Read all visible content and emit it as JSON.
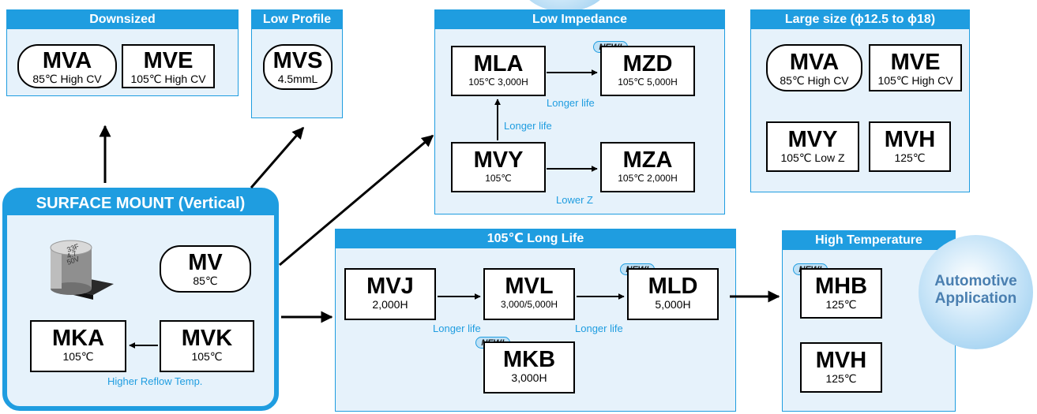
{
  "groups": {
    "downsized": {
      "title": "Downsized"
    },
    "low_profile": {
      "title": "Low Profile"
    },
    "low_impedance": {
      "title": "Low Impedance"
    },
    "large_size": {
      "title": "Large size (ϕ12.5 to ϕ18)"
    },
    "long_life": {
      "title": "105℃ Long Life"
    },
    "high_temp": {
      "title": "High Temperature"
    }
  },
  "surface_mount": {
    "title": "SURFACE MOUNT (Vertical)"
  },
  "capacitor_marking": {
    "line1": "33F",
    "line2": "4.7",
    "line3": "50V"
  },
  "series": {
    "down_mva": {
      "code": "MVA",
      "spec": "85℃ High CV"
    },
    "down_mve": {
      "code": "MVE",
      "spec": "105℃ High CV"
    },
    "mvs": {
      "code": "MVS",
      "spec": "4.5mmL"
    },
    "mla": {
      "code": "MLA",
      "spec": "105℃ 3,000H"
    },
    "mzd": {
      "code": "MZD",
      "spec": "105℃ 5,000H"
    },
    "mvy": {
      "code": "MVY",
      "spec": "105℃"
    },
    "mza": {
      "code": "MZA",
      "spec": "105℃ 2,000H"
    },
    "large_mva": {
      "code": "MVA",
      "spec": "85℃ High CV"
    },
    "large_mve": {
      "code": "MVE",
      "spec": "105℃ High CV"
    },
    "large_mvy": {
      "code": "MVY",
      "spec": "105℃  Low Z"
    },
    "large_mvh": {
      "code": "MVH",
      "spec": "125℃"
    },
    "mv": {
      "code": "MV",
      "spec": "85℃"
    },
    "mka": {
      "code": "MKA",
      "spec": "105℃"
    },
    "mvk": {
      "code": "MVK",
      "spec": "105℃"
    },
    "mvj": {
      "code": "MVJ",
      "spec": "2,000H"
    },
    "mvl": {
      "code": "MVL",
      "spec": "3,000/5,000H"
    },
    "mld": {
      "code": "MLD",
      "spec": "5,000H"
    },
    "mkb": {
      "code": "MKB",
      "spec": "3,000H"
    },
    "mhb": {
      "code": "MHB",
      "spec": "125℃"
    },
    "ht_mvh": {
      "code": "MVH",
      "spec": "125℃"
    }
  },
  "labels": {
    "longer_life": "Longer life",
    "lower_z": "Lower Z",
    "higher_reflow": "Higher Reflow Temp."
  },
  "new_badge": "NEW!",
  "automotive": {
    "line1": "Automotive",
    "line2": "Application"
  },
  "colors": {
    "accent": "#1f9de0",
    "panel": "#e6f2fb",
    "text": "#000000"
  }
}
